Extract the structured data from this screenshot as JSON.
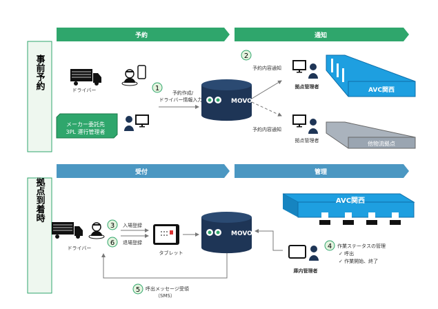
{
  "colors": {
    "green": "#2fa66c",
    "blue": "#4b97c2",
    "navy": "#1e3556",
    "avc": "#1e9fe0",
    "gray": "#9aa5b1"
  },
  "side": {
    "top": "事前予約",
    "bottom": "拠点到着時"
  },
  "banners": {
    "reserve": "予約",
    "notify": "通知",
    "reception": "受付",
    "manage": "管理"
  },
  "top": {
    "driver": "ドライバー",
    "step1": "1",
    "step1_line1": "予約作成/",
    "step1_line2": "ドライバー情報入力",
    "maker_line1": "メーカー委託先",
    "maker_line2": "3PL 運行管理者",
    "movo": "MOVO",
    "step2": "2",
    "notice1": "予約内容通知",
    "notice2": "予約内容通知",
    "manager1": "拠点管理者",
    "manager2": "拠点管理者",
    "site1": "AVC関西",
    "site2": "他物流拠点"
  },
  "bottom": {
    "driver": "ドライバー",
    "step3": "3",
    "step6": "6",
    "entry": "入場登録",
    "exit": "退場登録",
    "tablet": "タブレット",
    "movo": "MOVO",
    "site": "AVC関西",
    "step4": "4",
    "status_title": "作業ステータスの管理",
    "status_items": [
      "✓ 呼出",
      "✓ 作業開始、終了"
    ],
    "warehouse_manager": "庫内管理者",
    "step5": "5",
    "sms_line1": "呼出メッセージ受領",
    "sms_line2": "（SMS）"
  }
}
